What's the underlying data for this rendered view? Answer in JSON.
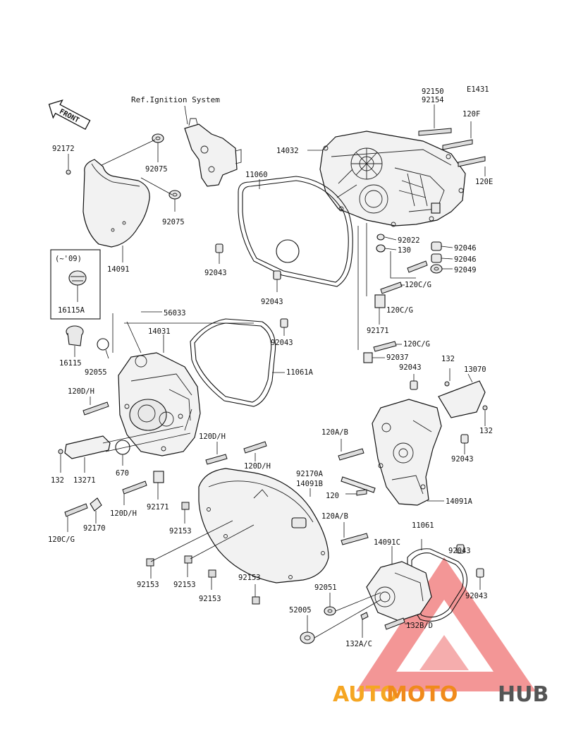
{
  "diagram_code": "E1431",
  "ref_text": "Ref.Ignition System",
  "front_label": "FRONT",
  "inset_label": "(~'09)",
  "parts": {
    "p92150": "92150",
    "p92154": "92154",
    "p120F": "120F",
    "p14032": "14032",
    "p120E": "120E",
    "p11060": "11060",
    "p92172": "92172",
    "p92075a": "92075",
    "p92075b": "92075",
    "p14091": "14091",
    "p92043a": "92043",
    "p92043b": "92043",
    "p92022": "92022",
    "p130": "130",
    "p92046a": "92046",
    "p92046b": "92046",
    "p92049": "92049",
    "p120CGa": "120C/G",
    "p120CGb": "120C/G",
    "p92171a": "92171",
    "p16115A": "16115A",
    "p56033": "56033",
    "p14031": "14031",
    "p92043c": "92043",
    "p16115": "16115",
    "p92055": "92055",
    "p120CGc": "120C/G",
    "p92037": "92037",
    "p11061A": "11061A",
    "p92043d": "92043",
    "p132a": "132",
    "p13070": "13070",
    "p120DHa": "120D/H",
    "p132b": "132",
    "p120AB1": "120A/B",
    "p92043e": "92043",
    "p120DHb": "120D/H",
    "p120DHc": "120D/H",
    "p132c": "132",
    "p13271": "13271",
    "p670": "670",
    "p92170A": "92170A",
    "p14091B": "14091B",
    "p120": "120",
    "p14091A": "14091A",
    "p120DHd": "120D/H",
    "p92171b": "92171",
    "p92153a": "92153",
    "p120AB2": "120A/B",
    "p120CGd": "120C/G",
    "p92170": "92170",
    "p11061": "11061",
    "p92043f": "92043",
    "p14091C": "14091C",
    "p92153b": "92153",
    "p92153c": "92153",
    "p92153d": "92153",
    "p92153e": "92153",
    "p92051": "92051",
    "p92043g": "92043",
    "p52005": "52005",
    "p132BD": "132B/D",
    "p132AC": "132A/C"
  },
  "watermark": {
    "part1": "AUTO",
    "part2": "MOTO",
    "part3": "HUB",
    "color1": "#f5a623",
    "color2": "#f08a1c",
    "color3": "#555555",
    "triangle_color": "#e84545"
  }
}
